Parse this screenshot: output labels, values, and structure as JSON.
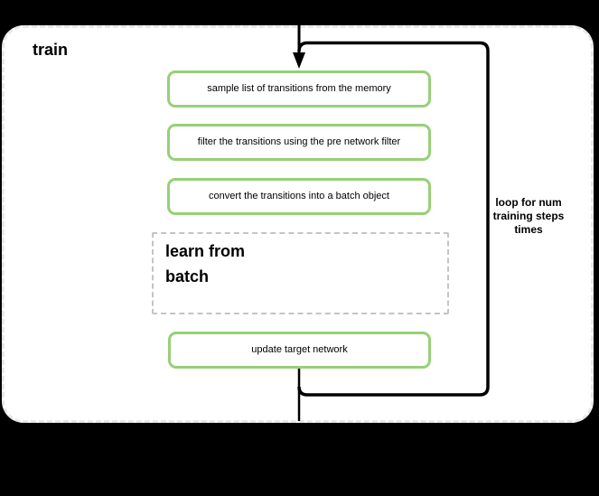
{
  "diagram": {
    "container_label": "train",
    "loop_label": "loop for num\ntraining steps\ntimes",
    "steps": [
      {
        "label": "sample list of transitions from the memory"
      },
      {
        "label": "filter the transitions using the pre network filter"
      },
      {
        "label": "convert the transitions into a batch object"
      },
      {
        "label": "learn from\nbatch"
      },
      {
        "label": "update target network"
      }
    ]
  },
  "icons": {
    "arrowhead": "down-arrow"
  },
  "colors": {
    "background": "#000000",
    "container_fill": "#ffffff",
    "container_border": "#e8e8e8",
    "step_border": "#97d077",
    "step_fill": "#ffffff",
    "group_border": "#c4c4c4",
    "connector": "#000000",
    "text": "#000000"
  }
}
